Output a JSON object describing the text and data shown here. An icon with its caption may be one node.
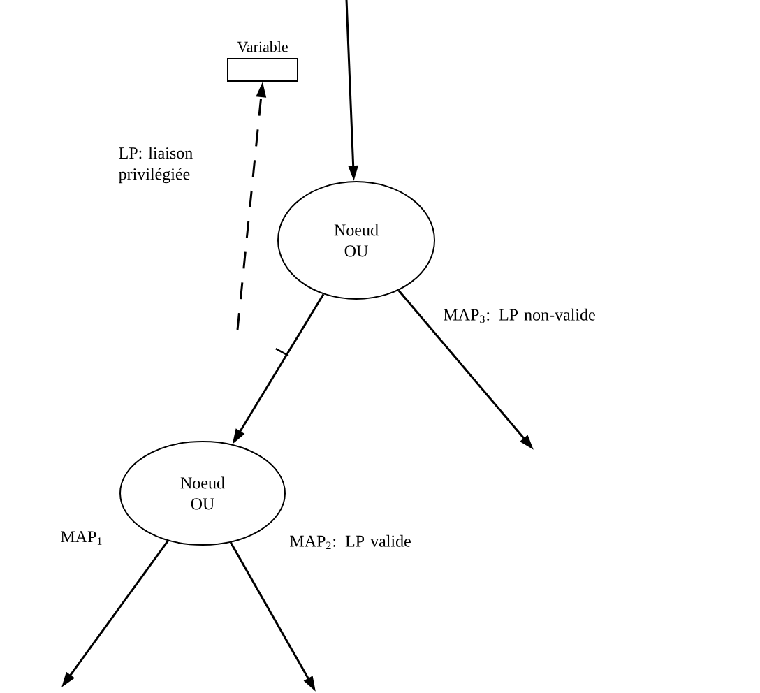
{
  "diagram": {
    "nodes": [
      {
        "text": [
          "Variable"
        ]
      },
      {
        "text": [
          "Noeud OU"
        ]
      },
      {
        "text": [
          "Noeud OU"
        ]
      }
    ],
    "edges": [
      {
        "from": null,
        "to": 1,
        "arrow": "to"
      },
      {
        "from": 1,
        "to": 2,
        "arrow": "to"
      },
      {
        "from": null,
        "to": 0,
        "arrow": "to",
        "style": "dashed",
        "label": "LP: liaison privilégiée"
      },
      {
        "from": 1,
        "to": null,
        "arrow": "to",
        "label": "MAP$_{3}$: LP non-valide"
      },
      {
        "from": 2,
        "to": null,
        "arrow": "to",
        "label": "MAP$_{1}$"
      },
      {
        "from": 2,
        "to": null,
        "arrow": "to",
        "label": "MAP$_{2}$: LP valide"
      }
    ]
  }
}
